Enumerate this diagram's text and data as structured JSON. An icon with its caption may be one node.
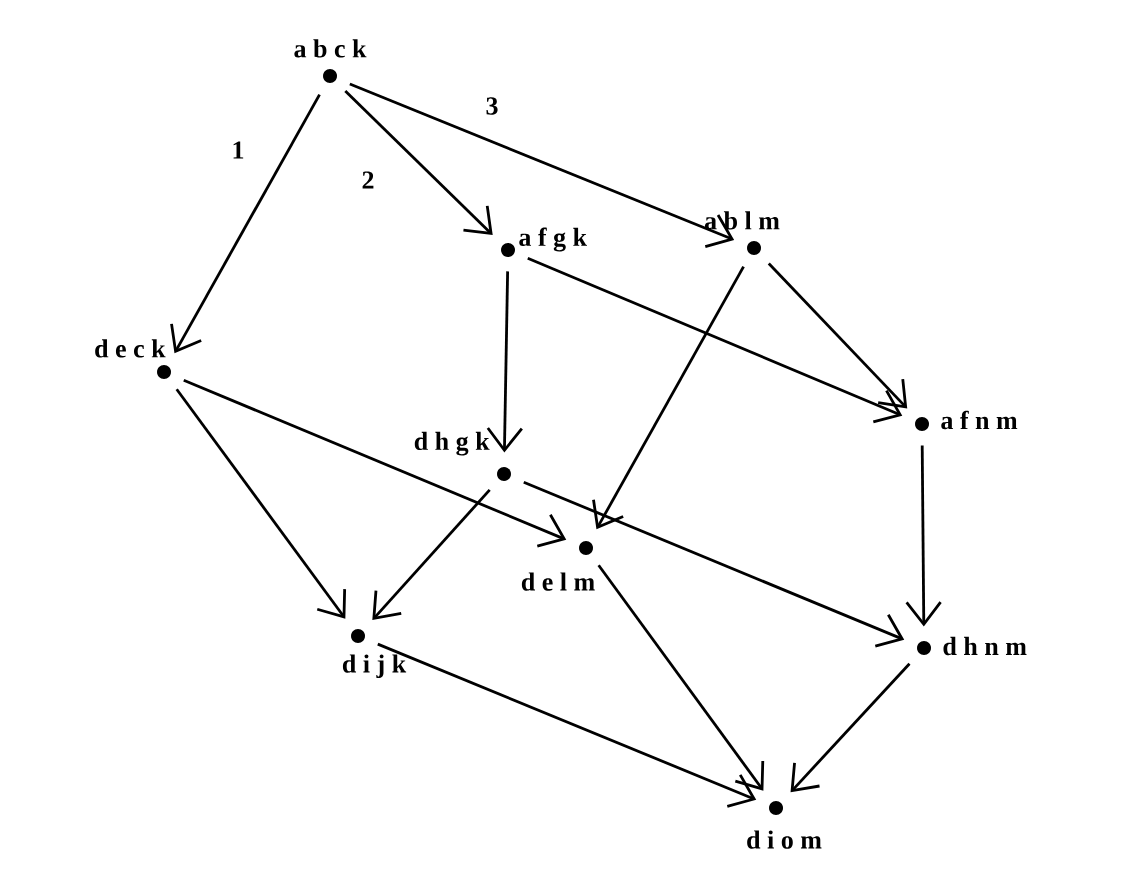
{
  "diagram": {
    "nodes": [
      {
        "text": [
          "a b c k"
        ]
      },
      {
        "text": [
          "a f g k"
        ]
      },
      {
        "text": [
          "a b l m"
        ]
      },
      {
        "text": [
          "d e c k"
        ]
      },
      {
        "text": [
          "a f n m"
        ]
      },
      {
        "text": [
          "d h g k"
        ]
      },
      {
        "text": [
          "d e l m"
        ]
      },
      {
        "text": [
          "d i j k"
        ]
      },
      {
        "text": [
          "d h n m"
        ]
      },
      {
        "text": [
          "d i o m"
        ]
      }
    ],
    "edges": [
      {
        "from": 0,
        "to": 3,
        "arrow": "to",
        "label": "1"
      },
      {
        "from": 0,
        "to": 1,
        "arrow": "to",
        "label": "2"
      },
      {
        "from": 0,
        "to": 2,
        "arrow": "to",
        "label": "3"
      },
      {
        "from": 1,
        "to": 4,
        "arrow": "to"
      },
      {
        "from": 1,
        "to": 5,
        "arrow": "to"
      },
      {
        "from": 2,
        "to": 4,
        "arrow": "to"
      },
      {
        "from": 2,
        "to": 6,
        "arrow": "to"
      },
      {
        "from": 3,
        "to": 6,
        "arrow": "to"
      },
      {
        "from": 3,
        "to": 7,
        "arrow": "to"
      },
      {
        "from": 5,
        "to": 7,
        "arrow": "to"
      },
      {
        "from": 5,
        "to": 8,
        "arrow": "to"
      },
      {
        "from": 4,
        "to": 8,
        "arrow": "to"
      },
      {
        "from": 7,
        "to": 9,
        "arrow": "to"
      },
      {
        "from": 6,
        "to": 9,
        "arrow": "to"
      },
      {
        "from": 8,
        "to": 9,
        "arrow": "to"
      }
    ]
  }
}
